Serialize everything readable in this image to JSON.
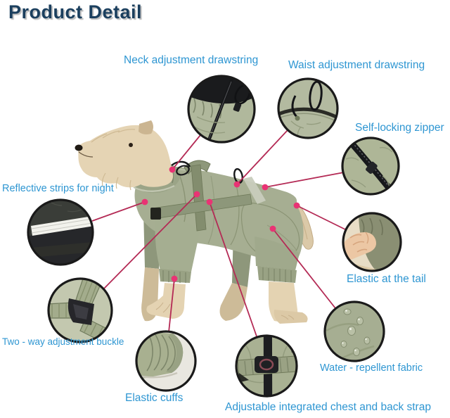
{
  "title": "Product Detail",
  "features": [
    {
      "id": "neck-adjustment-drawstring",
      "label": "Neck adjustment drawstring"
    },
    {
      "id": "waist-adjustment-drawstring",
      "label": "Waist adjustment drawstring"
    },
    {
      "id": "self-locking-zipper",
      "label": "Self-locking zipper"
    },
    {
      "id": "reflective-strips-for-night",
      "label": "Reflective strips for night"
    },
    {
      "id": "elastic-at-the-tail",
      "label": "Elastic at the tail"
    },
    {
      "id": "two-way-adjustment-buckle",
      "label": "Two - way adjustment buckle"
    },
    {
      "id": "water-repellent-fabric",
      "label": "Water - repellent fabric"
    },
    {
      "id": "elastic-cuffs",
      "label": "Elastic cuffs"
    },
    {
      "id": "adjustable-chest-back-strap",
      "label": "Adjustable integrated chest and back strap"
    }
  ],
  "colors": {
    "background": "#ffffff",
    "title_navy": "#1b3f5e",
    "label_blue": "#2e96d2",
    "connector_line_pink": "#b42a55",
    "marker_dot_pink": "#e93374",
    "callout_border_black": "#1a1a1a",
    "coat_sage_green": "#a6ae92",
    "dog_fur_cream": "#e6d6b6"
  }
}
